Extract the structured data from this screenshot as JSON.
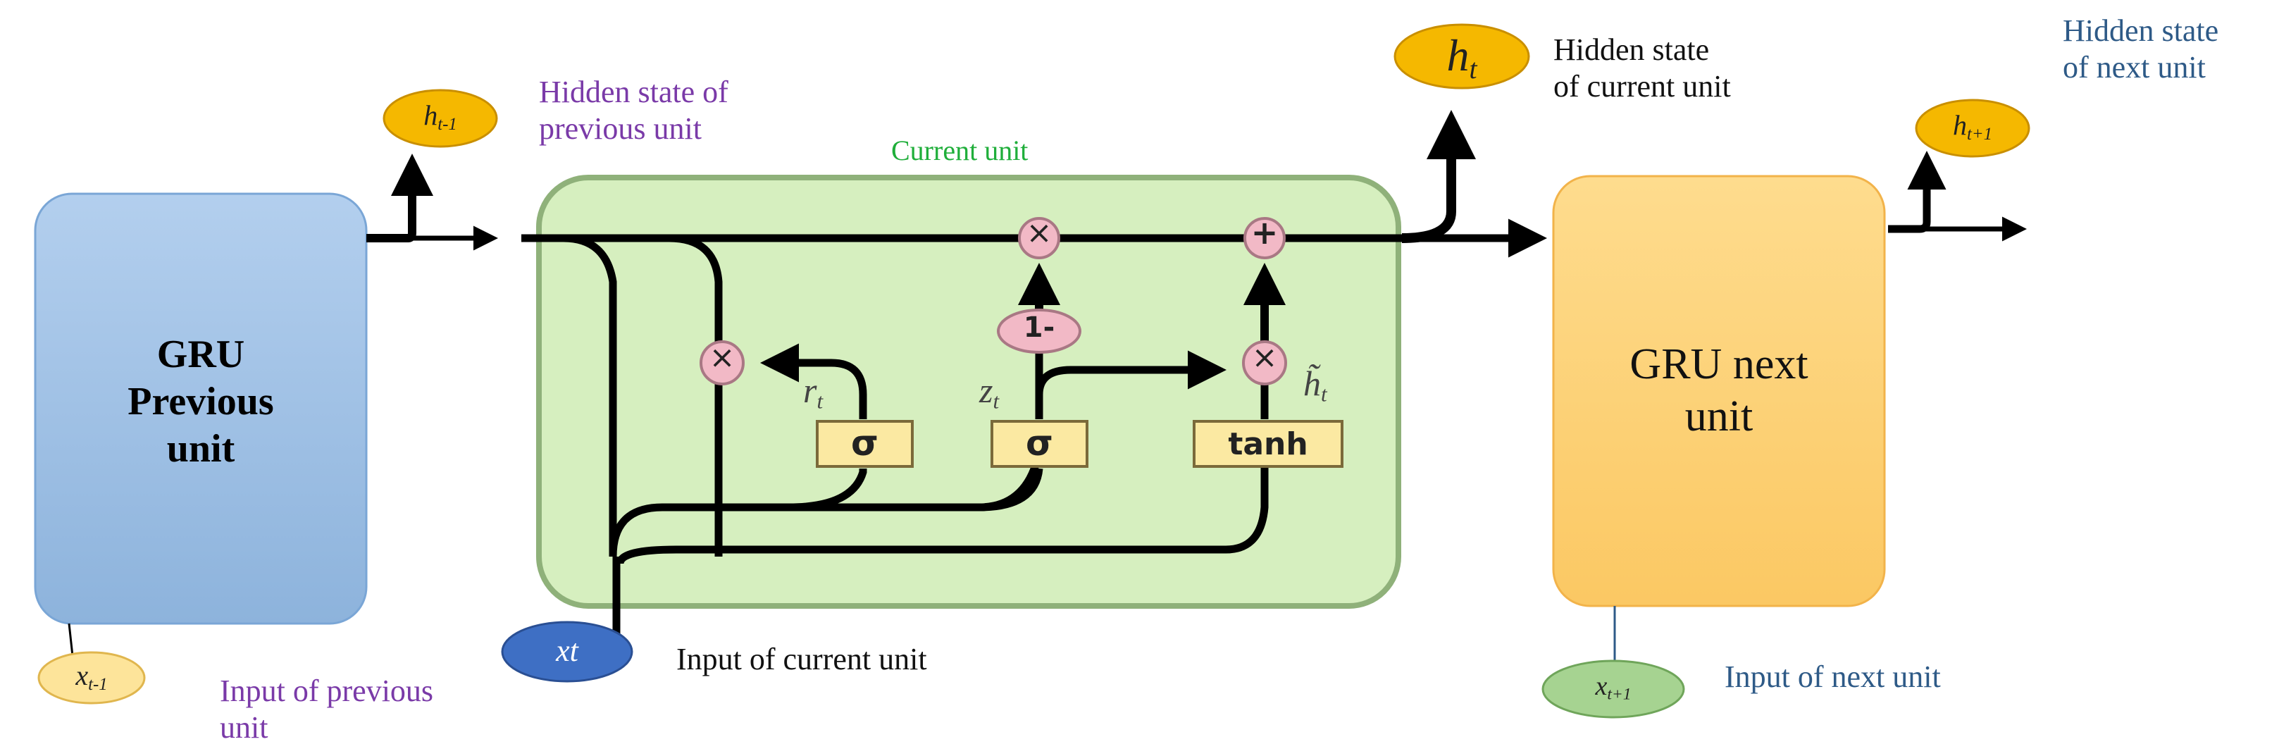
{
  "prev_box": {
    "label_line1": "GRU",
    "label_line2": "Previous",
    "label_line3": "unit"
  },
  "next_box": {
    "label_line1": "GRU next",
    "label_line2": "unit"
  },
  "current_unit_label": "Current unit",
  "gates": {
    "sigma_r": "σ",
    "sigma_z": "σ",
    "tanh": "tanh"
  },
  "operators": {
    "mult_state": "×",
    "add_state": "+",
    "mult_reset": "×",
    "mult_candidate": "×",
    "one_minus": "1-"
  },
  "gate_symbols": {
    "r": "r",
    "r_sub": "t",
    "z": "z",
    "z_sub": "t",
    "h": "h̃",
    "h_sub": "t"
  },
  "ovals": {
    "h_prev": {
      "base": "h",
      "sub": "t-1"
    },
    "h_curr": {
      "base": "h",
      "sub": "t"
    },
    "h_next": {
      "base": "h",
      "sub": "t+1"
    },
    "x_prev": {
      "base": "x",
      "sub": "t-1"
    },
    "x_curr": {
      "base": "xt"
    },
    "x_next": {
      "base": "x",
      "sub": "t+1"
    }
  },
  "labels": {
    "hidden_prev_line1": "Hidden state of",
    "hidden_prev_line2": "previous unit",
    "hidden_curr_line1": "Hidden state",
    "hidden_curr_line2": "of current unit",
    "hidden_next_line1": "Hidden state",
    "hidden_next_line2": "of next unit",
    "input_prev_line1": "Input of previous",
    "input_prev_line2": "unit",
    "input_curr": "Input of current unit",
    "input_next": "Input of next unit"
  },
  "colors": {
    "prev_box": "#9dbfe3",
    "next_box": "#fdd27a",
    "current_unit_bg": "#d6efbf",
    "hidden_oval": "#f5b800",
    "x_prev_oval": "#fde49a",
    "x_curr_oval": "#3e6fc4",
    "x_next_oval": "#a6d391",
    "op_circle": "#f2b9c6",
    "gate_box": "#fbe9a2"
  }
}
